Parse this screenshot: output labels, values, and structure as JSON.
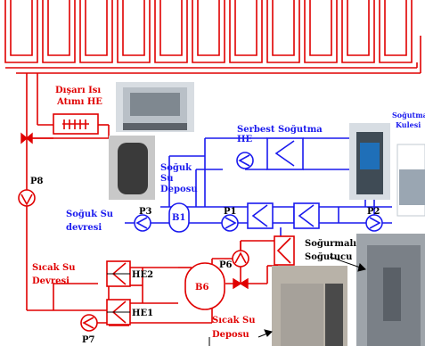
{
  "labels": {
    "outdoor_he": [
      "Dışarı Isı",
      "Atımı HE"
    ],
    "free_cooling_he": [
      "Serbest Soğutma",
      "HE"
    ],
    "cooling_tower": [
      "Soğutma",
      "Kulesi"
    ],
    "cold_tank": [
      "Soğuk",
      "Su",
      "Deposu"
    ],
    "cold_circuit": [
      "Soğuk Su",
      "devresi"
    ],
    "hot_circuit": [
      "Sıcak Su",
      "Devresi"
    ],
    "hot_tank": [
      "Sıcak Su",
      "Deposu"
    ],
    "absorption_chiller": [
      "Soğurmalı",
      "Soğutucu"
    ]
  },
  "components": {
    "pumps": [
      "P1",
      "P2",
      "P3",
      "P6",
      "P7",
      "P8"
    ],
    "tanks": [
      "B1",
      "B6"
    ],
    "heat_exchangers": [
      "HE1",
      "HE2"
    ]
  },
  "colors": {
    "hot_circuit": "#e00000",
    "cold_circuit": "#1a1aee",
    "text_black": "#000000"
  }
}
